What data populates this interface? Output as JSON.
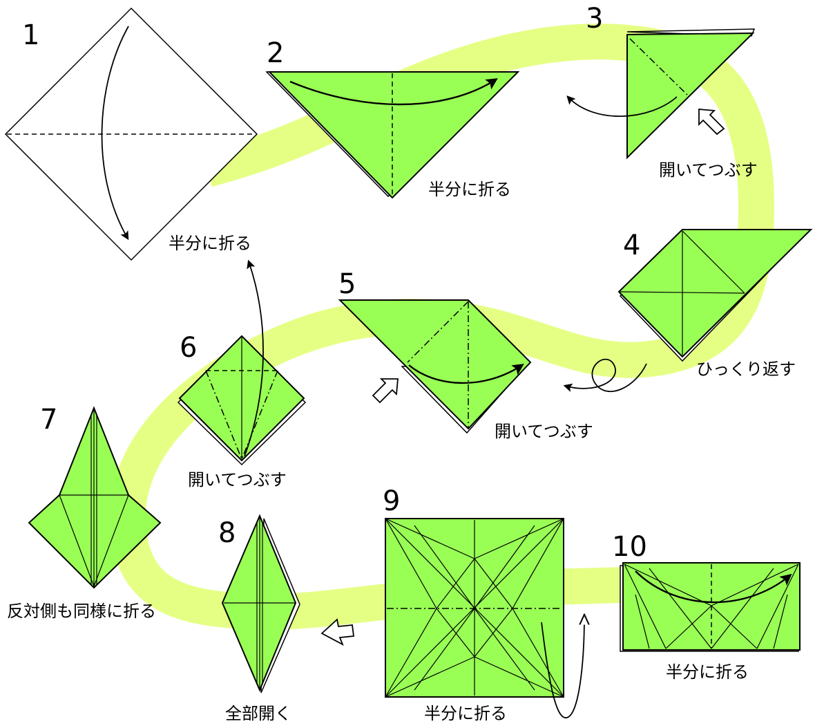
{
  "steps": [
    {
      "number": "1",
      "caption": "半分に折る"
    },
    {
      "number": "2",
      "caption": "半分に折る"
    },
    {
      "number": "3",
      "caption": "開いてつぶす"
    },
    {
      "number": "4",
      "caption": "ひっくり返す"
    },
    {
      "number": "5",
      "caption": "開いてつぶす"
    },
    {
      "number": "6",
      "caption": "開いてつぶす"
    },
    {
      "number": "7",
      "caption": "反対側も同様に折る"
    },
    {
      "number": "8",
      "caption": "全部開く"
    },
    {
      "number": "9",
      "caption": "半分に折る"
    },
    {
      "number": "10",
      "caption": "半分に折る"
    }
  ],
  "colors": {
    "paper": "#99ff55",
    "path": "#e5ff85",
    "outline": "#000000"
  },
  "icons": {
    "fold_arrow": "curved-arrow-icon",
    "press_arrow": "hollow-push-arrow-icon",
    "turn_over": "loop-arrow-icon"
  }
}
